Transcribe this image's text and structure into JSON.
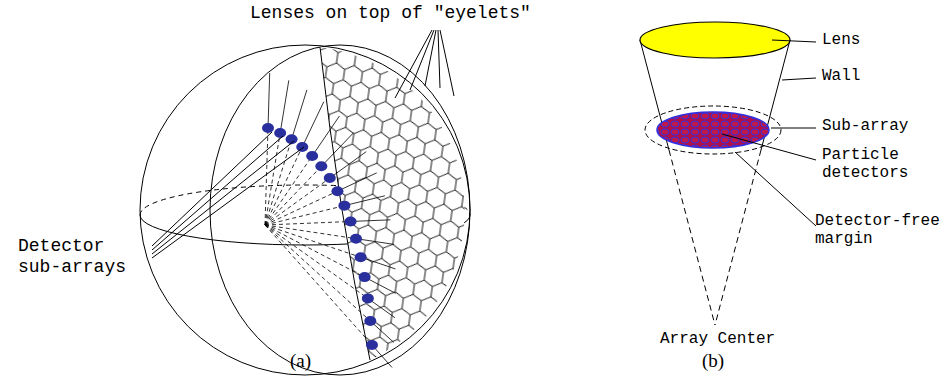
{
  "diagram": {
    "labels": [
      "Lenses on top of \"eyelets\"",
      "Detector sub-arrays",
      "(a)",
      "Lens",
      "Wall",
      "Sub-array",
      "Particle detectors",
      "Detector-free margin",
      "Array Center",
      "(b)"
    ]
  }
}
